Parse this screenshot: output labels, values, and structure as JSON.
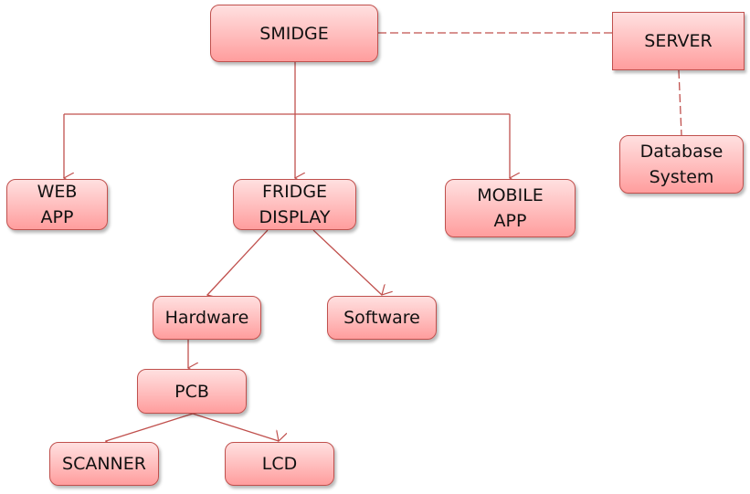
{
  "diagram": {
    "nodes": {
      "smidge": "SMIDGE",
      "server": "SERVER",
      "database": "Database\nSystem",
      "web_app": "WEB\nAPP",
      "fridge_display": "FRIDGE\nDISPLAY",
      "mobile_app": "MOBILE\nAPP",
      "hardware": "Hardware",
      "software": "Software",
      "pcb": "PCB",
      "scanner": "SCANNER",
      "lcd": "LCD"
    },
    "edges": [
      {
        "from": "SMIDGE",
        "to": "WEB APP",
        "style": "solid-arrow"
      },
      {
        "from": "SMIDGE",
        "to": "FRIDGE DISPLAY",
        "style": "solid-arrow"
      },
      {
        "from": "SMIDGE",
        "to": "MOBILE APP",
        "style": "solid-arrow"
      },
      {
        "from": "SMIDGE",
        "to": "SERVER",
        "style": "dashed"
      },
      {
        "from": "SERVER",
        "to": "Database System",
        "style": "dashed"
      },
      {
        "from": "FRIDGE DISPLAY",
        "to": "Hardware",
        "style": "solid-arrow"
      },
      {
        "from": "FRIDGE DISPLAY",
        "to": "Software",
        "style": "solid-arrow"
      },
      {
        "from": "Hardware",
        "to": "PCB",
        "style": "solid-arrow"
      },
      {
        "from": "PCB",
        "to": "SCANNER",
        "style": "solid-arrow"
      },
      {
        "from": "PCB",
        "to": "LCD",
        "style": "solid-arrow"
      }
    ],
    "colors": {
      "line": "#c0504d",
      "node_border": "#c0504d",
      "node_fill_top": "#ffe0e0",
      "node_fill_bottom": "#ff9d9d"
    }
  }
}
